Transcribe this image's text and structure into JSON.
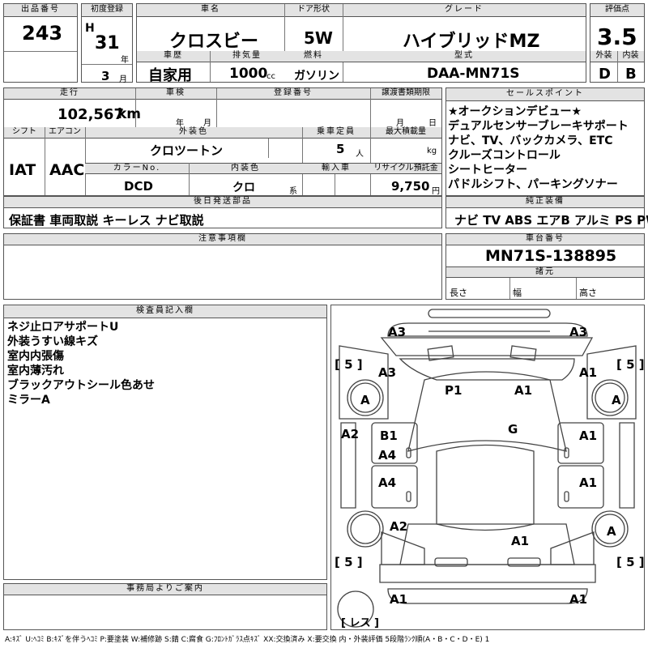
{
  "labels": {
    "lot_no": "出品番号",
    "first_reg": "初度登録",
    "car_name": "車名",
    "door": "ドア形状",
    "grade": "グレード",
    "score": "評価点",
    "exterior": "外装",
    "interior": "内装",
    "history": "車歴",
    "displacement": "排気量",
    "fuel": "燃料",
    "model": "型式",
    "mileage": "走行",
    "inspection": "車検",
    "reg_no": "登録番号",
    "transfer_deadline": "譲渡書類期限",
    "shift": "シフト",
    "aircon": "エアコン",
    "ext_color": "外装色",
    "capacity": "乗車定員",
    "max_load": "最大積載量",
    "color_no": "カラーNo.",
    "int_color": "内装色",
    "import": "輸入車",
    "recycle": "リサイクル預託金",
    "later_parts": "後日発送部品",
    "notes": "注意事項欄",
    "sales_points": "セールスポイント",
    "options": "純正装備",
    "chassis_no": "車台番号",
    "dimensions": "諸元",
    "length": "長さ",
    "width": "幅",
    "height": "高さ",
    "inspector": "検査員記入欄",
    "office": "事務局よりご案内",
    "year": "年",
    "month": "月",
    "day": "日",
    "unit_km": "km",
    "unit_cc": "cc",
    "unit_person": "人",
    "unit_kg": "kg",
    "unit_int": "系",
    "unit_yen": "円"
  },
  "lot_number": "243",
  "first_registration": {
    "era": "H",
    "year": "31",
    "month": "3"
  },
  "car_name": "クロスビー",
  "door_type": "5W",
  "grade": "ハイブリッドMZ",
  "score": {
    "overall": "3.5",
    "exterior": "D",
    "interior": "B"
  },
  "history": "自家用",
  "displacement": "1000",
  "fuel": "ガソリン",
  "model": "DAA-MN71S",
  "mileage": "102,567",
  "shift": "IAT",
  "aircon": "AAC",
  "exterior_color": "クロツートン",
  "capacity": "5",
  "color_code": "DCD",
  "interior_color": "クロ",
  "recycle_fee": "9,750",
  "later_parts": "保証書 車両取説 キーレス ナビ取説",
  "sales_points": [
    "★オークションデビュー★",
    "デュアルセンサーブレーキサポート",
    "ナビ、TV、バックカメラ、ETC",
    "クルーズコントロール",
    "シートヒーター",
    "パドルシフト、パーキングソナー"
  ],
  "factory_options": "ナビ TV ABS エアB アルミ PS PW",
  "chassis_number": "MN71S-138895",
  "inspector_notes": [
    "ネジ止ロアサポートU",
    "外装うすい線キズ",
    "室内内張傷",
    "室内薄汚れ",
    "ブラックアウトシール色あせ",
    "ミラーA"
  ],
  "diagram": {
    "tire_depth": "5",
    "spare_label": "レス",
    "marks": [
      "A3",
      "A3",
      "A3",
      "A1",
      "P1",
      "A1",
      "A",
      "A",
      "A2",
      "B1",
      "A4",
      "G",
      "A1",
      "A4",
      "A1",
      "A2",
      "A",
      "A1",
      "A1",
      "A1"
    ]
  },
  "legend": "A:ｷｽﾞ U:ﾍｺﾐ B:ｷｽﾞを伴うﾍｺﾐ P:要塗装 W:補修跡 S:錆 C:腐食 G:ﾌﾛﾝﾄｶﾞﾗｽ点ｷｽﾞ XX:交換済み X:要交換 内・外装評価 5段階ﾗﾝｸ順(A・B・C・D・E) 1"
}
